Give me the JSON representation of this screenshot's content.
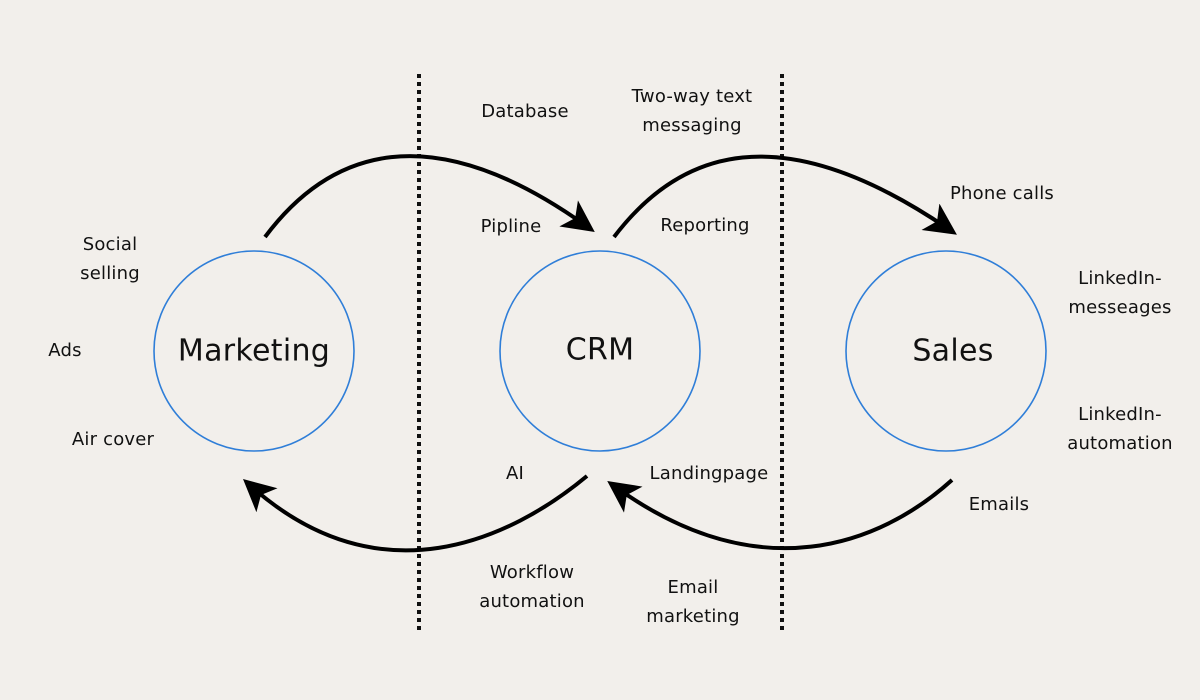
{
  "colors": {
    "background": "#f2efeb",
    "circle_stroke": "#2f7ed8",
    "arrow": "#000000",
    "text": "#111111",
    "divider": "#111111"
  },
  "nodes": [
    {
      "id": "marketing",
      "label": "Marketing"
    },
    {
      "id": "crm",
      "label": "CRM"
    },
    {
      "id": "sales",
      "label": "Sales"
    }
  ],
  "flows": [
    {
      "from": "marketing",
      "to": "crm",
      "direction": "top"
    },
    {
      "from": "crm",
      "to": "sales",
      "direction": "top"
    },
    {
      "from": "sales",
      "to": "crm",
      "direction": "bottom"
    },
    {
      "from": "crm",
      "to": "marketing",
      "direction": "bottom"
    }
  ],
  "labels": {
    "marketing": {
      "social_selling": "Social\nselling",
      "ads": "Ads",
      "air_cover": "Air cover"
    },
    "crm": {
      "database": "Database",
      "pipline": "Pipline",
      "ai": "AI",
      "workflow_automation": "Workflow\nautomation",
      "two_way_text": "Two-way text\nmessaging",
      "reporting": "Reporting",
      "landingpage": "Landingpage",
      "email_marketing": "Email\nmarketing"
    },
    "sales": {
      "phone_calls": "Phone calls",
      "linkedin_messages": "LinkedIn-\nmesseages",
      "linkedin_automation": "LinkedIn-\nautomation",
      "emails": "Emails"
    }
  }
}
